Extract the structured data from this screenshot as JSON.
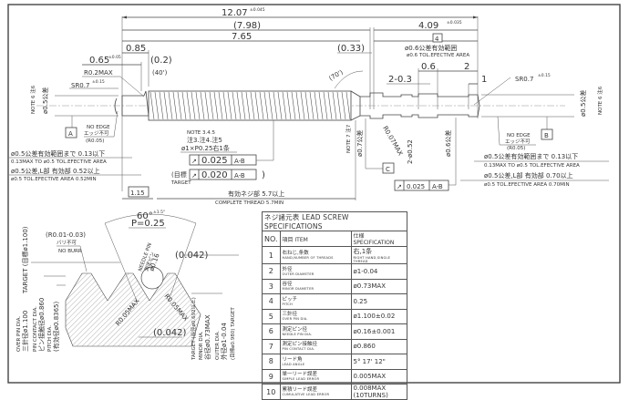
{
  "drawing": {
    "title": "Lead screw drawing",
    "dimensions": {
      "overall_length": "12.07",
      "overall_length_tol": "±0.045",
      "left_ref_length": "(7.98)",
      "thread_length": "7.65",
      "right_length": "4.09",
      "right_length_tol": "±0.035",
      "d_085": "0.85",
      "d_065": "0.65",
      "d_065_tol": "±0.05",
      "d_02": "(0.2)",
      "angle_40": "(40')",
      "radius_left": "R0.2MAX",
      "sphere_left": "SR0.7",
      "sphere_left_tol": "±0.15",
      "sphere_right": "SR0.7",
      "sphere_right_tol": "±0.15",
      "d_033": "(0.33)",
      "angle_70": "(70')",
      "box4": "4",
      "eff_area_jp": "ø0.6公差有効範囲",
      "eff_area_en": "ø0.6 TOL.EFECTIVE AREA",
      "d_2_03": "2-0.3",
      "d_06": "0.6",
      "d_2": "2",
      "d_1": "1",
      "d_115": "1.15",
      "complete_thread_jp": "有効ネジ部 5.7以上",
      "complete_thread_en": "COMPLETE THREAD 5.7MIN",
      "dia_left": "ø0.5公差",
      "dia_right": "ø0.5公差",
      "note_left": "NOTE 6 注6",
      "note_right": "NOTE 6 注6",
      "note7": "NOTE 7 注7",
      "dia_07": "ø0.7公差",
      "dia_052": "2-ø0.52",
      "dia_06": "ø0.6公差",
      "r007": "R0.07MAX",
      "datum_a": "A",
      "datum_b": "B",
      "datum_c": "C",
      "no_edge": "NO EDGE",
      "no_edge_jp": "エッジ不可",
      "no_edge_r": "(R0.05)",
      "note345": "NOTE 3.4.5",
      "note345_jp": "注3.注4.注5",
      "thread_callout": "ø1×P0.25右1条",
      "tol_sym": "↗",
      "runout_1": "0.025",
      "runout_ref": "A-B",
      "target_jp": "(目標",
      "target_en": "TARGET",
      "runout_target": "0.020",
      "runout_target_close": ")",
      "runout_2": "0.025",
      "left_tol1_jp": "ø0.5公差有効範囲まで 0.13以下",
      "left_tol1_en": "0.13MAX TO ø0.5 TOL.EFECTIVE AREA",
      "left_tol2_jp": "ø0.5公差,L部 有効部 0.52以上",
      "left_tol2_en": "ø0.5 TOL.EFECTIVE AREA 0.52MIN",
      "right_tol1_jp": "ø0.5公差有効範囲まで 0.13以下",
      "right_tol1_en": "0.13MAX TO ø0.5 TOL.EFECTIVE AREA",
      "right_tol2_jp": "ø0.5公差,L部 有効部 0.70以上",
      "right_tol2_en": "ø0.5 TOL.EFECTIVE AREA 0.70MIN"
    },
    "thread_detail": {
      "angle": "60°",
      "angle_tol": "±1.5°",
      "pitch": "P=0.25",
      "needle_pin_en": "NEEDLE PIN",
      "needle_pin_jp": "測定ピン",
      "needle_pin_dia": "ø0.16",
      "needle_pin_tol": "±0.001",
      "d_0042_top": "(0.042)",
      "d_0042_bottom": "(0.042)",
      "r_burr": "(R0.01-0.03)",
      "burr_jp": "バリ不可",
      "no_burr": "NO BURR",
      "r005_left": "R0.05MAX",
      "r005_right": "R0.05MAX",
      "over_pin_label": "OVER PIN DIA.",
      "over_pin_val": "三針径ø1.100",
      "over_pin_target": "TARGET (目標ø1.100)",
      "pin_contact_label": "PIN CONTACT DIA.",
      "pin_contact_val": "ピン接触径ø0.860",
      "pitch_dia_label": "PITCH DIA.",
      "pitch_dia_val": "(有効径ø0.8365)",
      "minor_target": "TARGET (谷径ø0.692以上)",
      "minor_label": "MINOR DIA.",
      "minor_val": "谷径ø0.73MAX",
      "outer_label": "OUTER DIA.",
      "outer_val": "外径ø1-0.04",
      "outer_target": "(目標ø0.980) TARGET"
    }
  },
  "spec_table": {
    "title": "ネジ諸元表  LEAD SCREW SPECIFICATIONS",
    "headers": {
      "no": "NO.",
      "item": "項目  ITEM",
      "spec": "仕様  SPECIFICATION"
    },
    "rows": [
      {
        "no": "1",
        "jp": "右ねじ,条数",
        "en": "HAND,NUMBER OF THREADS",
        "spec": "右,1条",
        "spec_en": "RIGHT HAND,SINGLE THREAD"
      },
      {
        "no": "2",
        "jp": "外径",
        "en": "OUTER DIAMETER",
        "spec": "ø1-0.04",
        "spec_en": ""
      },
      {
        "no": "3",
        "jp": "谷径",
        "en": "MINOR DIAMETER",
        "spec": "ø0.73MAX",
        "spec_en": ""
      },
      {
        "no": "4",
        "jp": "ピッチ",
        "en": "PITCH",
        "spec": "0.25",
        "spec_en": ""
      },
      {
        "no": "5",
        "jp": "三針径",
        "en": "OVER PIN DIA.",
        "spec": "ø1.100±0.02",
        "spec_en": ""
      },
      {
        "no": "6",
        "jp": "測定ピン径",
        "en": "NEEDLE PIN DIA.",
        "spec": "ø0.16±0.001",
        "spec_en": ""
      },
      {
        "no": "7",
        "jp": "測定ピン接触径",
        "en": "PIN CONTACT DIA.",
        "spec": "ø0.860",
        "spec_en": ""
      },
      {
        "no": "8",
        "jp": "リード角",
        "en": "LEAD ANGLE",
        "spec": "5° 17' 12\"",
        "spec_en": ""
      },
      {
        "no": "9",
        "jp": "単一リード誤差",
        "en": "SIMPLE LEAD ERROR",
        "spec": "0.005MAX",
        "spec_en": ""
      },
      {
        "no": "10",
        "jp": "累積リード誤差",
        "en": "CUMULATIVE LEAD ERROR",
        "spec": "0.008MAX (10TURNS)",
        "spec_en": ""
      }
    ]
  }
}
